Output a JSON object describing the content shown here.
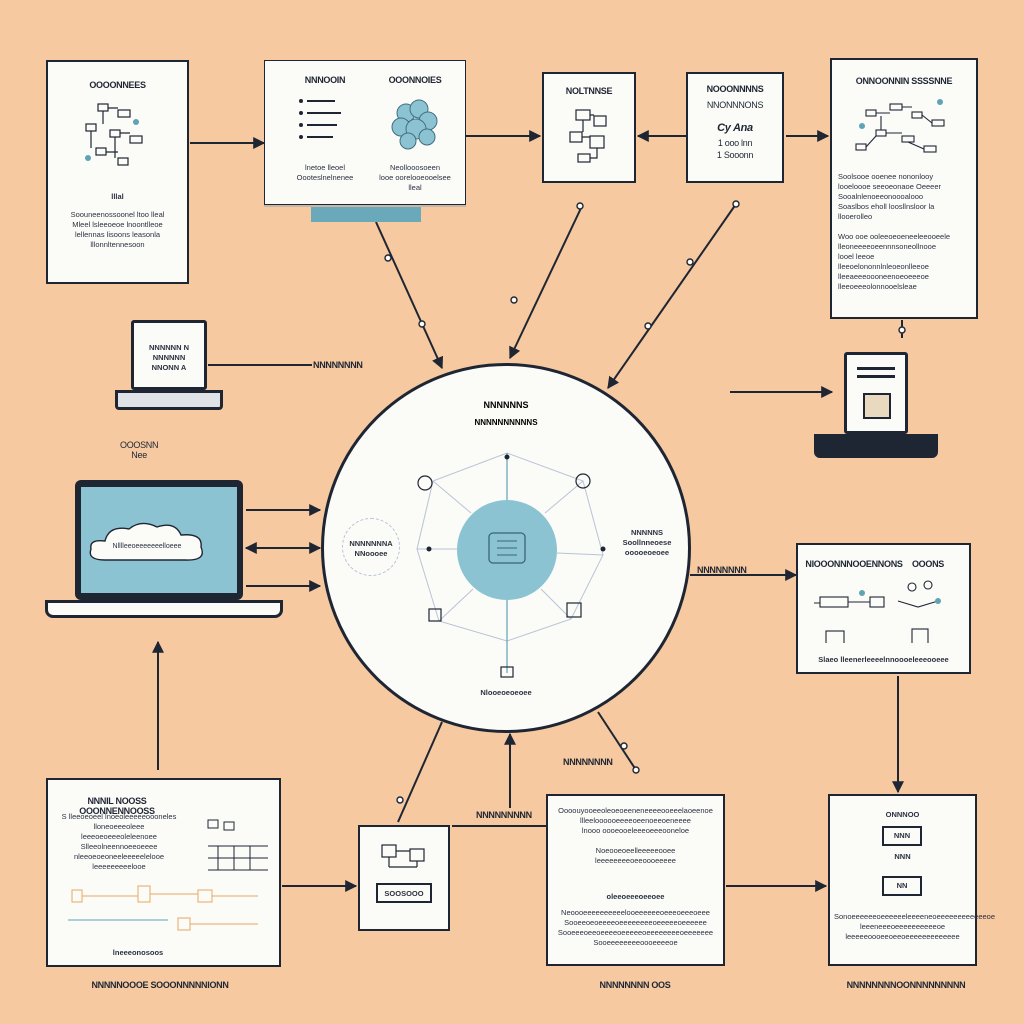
{
  "colors": {
    "background": "#f6c9a0",
    "ink": "#1f2633",
    "card": "#fbfbf8",
    "accent_blue": "#8cc3d2",
    "accent_teal": "#5fa3b5",
    "accent_orange": "#e7a861"
  },
  "icons": [
    "laptop-icon",
    "cloud-icon",
    "database-icon",
    "network-graph-icon",
    "flowchart-icon",
    "server-icon"
  ],
  "cards": {
    "top_left": {
      "title": "OOOONNEES",
      "caption": "lllal",
      "body": "Soouneenossoonel ltoo lleal\nMleel lsleeoeoe lnoontlleoe\nlellennas lisoons leasonla\nlllonnltennesoon"
    },
    "top_mid": {
      "title_left": "NNNOOIN",
      "title_right": "OOONNOIES",
      "caption_left": "lnetoe lleoel\nOooteslnelnenee",
      "caption_right": "Neollooosoeen\nlooe oorelooeooelsee\nlleal"
    },
    "top_small_1": {
      "title": "NOLTNNSE"
    },
    "top_small_2": {
      "title": "NOOONNNNS",
      "subtitle": "NNONNNONS",
      "line1": "Cy Ana",
      "line2": "1 ooo lnn",
      "line3": "1 Sooonn"
    },
    "top_right": {
      "title": "ONNOONNIN SSSSNNE",
      "body": "Soolsooe ooenee nononlooy\nlooeloooe seeoeonaoe Oeeeer\nSooalnlenoeeonoooalooo\nSoaslbos eholl loosllnsloor la\nllooerolleo",
      "body2": "Woo ooe ooleeoeoeneeleeooeele\nlleoneeeeoeennnsoneollnooe\nlooel leeoe\nlleeoelononnlnleoeonlleeoe\nlleeaeeeoooneenoeoeeeoe\nlleeoeeeolonnooelsleae"
    },
    "right_mid": {
      "title_left": "NIOOONNNOOENNONS",
      "title_right": "OOONS",
      "caption": "Slaeo lleenerleeeelnnoooeleeeooeee"
    },
    "bottom_left": {
      "title": "NNNIL NOOSS OOONNENNOOSS",
      "body": "S lleeoeoeel lnoeoleeeeeoooneles\nlloneoeeeoleee\nleeeoeoeeeoleleenoee\nSlleeolneennoeeoeeee\nnleeoeoeoneeleeeeelelooe\nleeeeeeeeelooe",
      "bottom_caption": "lneeeonosoos",
      "footer": "NNNNNOOOE SOOONNNNNIONN"
    },
    "bottom_small": {
      "button": "SOOSOOO"
    },
    "bottom_mid": {
      "body_top": "Oooouyooeeoleoeoeeneneeeeooeeelaoeenoe\nllleeloooooeeeeoeenoeeoeneeee\nlnooo oooeooeleeeoeeeooneloe\n\nNoeooeoeelleeeeeooee\nleeeeeeeeoeeoooeeeee",
      "caption_mid": "oleeoeeeoeeoee",
      "body_bottom": "Neoooeeeeeeeeeelooeeeeeeoeeeoeeeoeee\nSooeeoeoeeeeoeeeeeeeeoeeeeeoeeeeee\nSooeeeoeeoeeeeoeeeeeoeeeeeeeeoeeeeeee\nSooeeeeeeeeoooeeeeoe",
      "footer": "NNNNNNNN OOS"
    },
    "bottom_right": {
      "label_top": "ONNNOO",
      "chip1": "NNN",
      "chip2": "NNN",
      "chip3": "NN",
      "body": "Sonoeeeeeeoeeeeeeleeeeneoeeeeeeeeeeeeoe\nleeeneeeoeeeeeeeeeeoe\nleeeeeoooeeoeeoeeeeeeeeeeeee",
      "footer": "NNNNNNNNOONNNNNNNNN"
    }
  },
  "laptops": {
    "small_left": {
      "screen_line1": "NNNNNN N",
      "screen_line2": "NNNNNN",
      "screen_line3": "NNONN A"
    },
    "large_left": {
      "cloud_text": "Nlllleeoeeeeeeelloeee"
    }
  },
  "circle": {
    "title": "NNNNNNS",
    "subtitle": "NNNNNNNNNNS",
    "left_bubble": "NNNNNNNA\nNNoooee",
    "right_text": "NNNNNS\nSoollnneoese\nooooeoeoee",
    "bottom_text": "Nlooeoeoeoee"
  },
  "labels": {
    "left_mid": "NNNNNNNN",
    "left_laptop": "OOOSNN\nNee",
    "right_arrow": "NNNNNNNN",
    "bottom_center": "NNNNNNNN",
    "bottom_mid_left": "NNNNNNNNN"
  }
}
